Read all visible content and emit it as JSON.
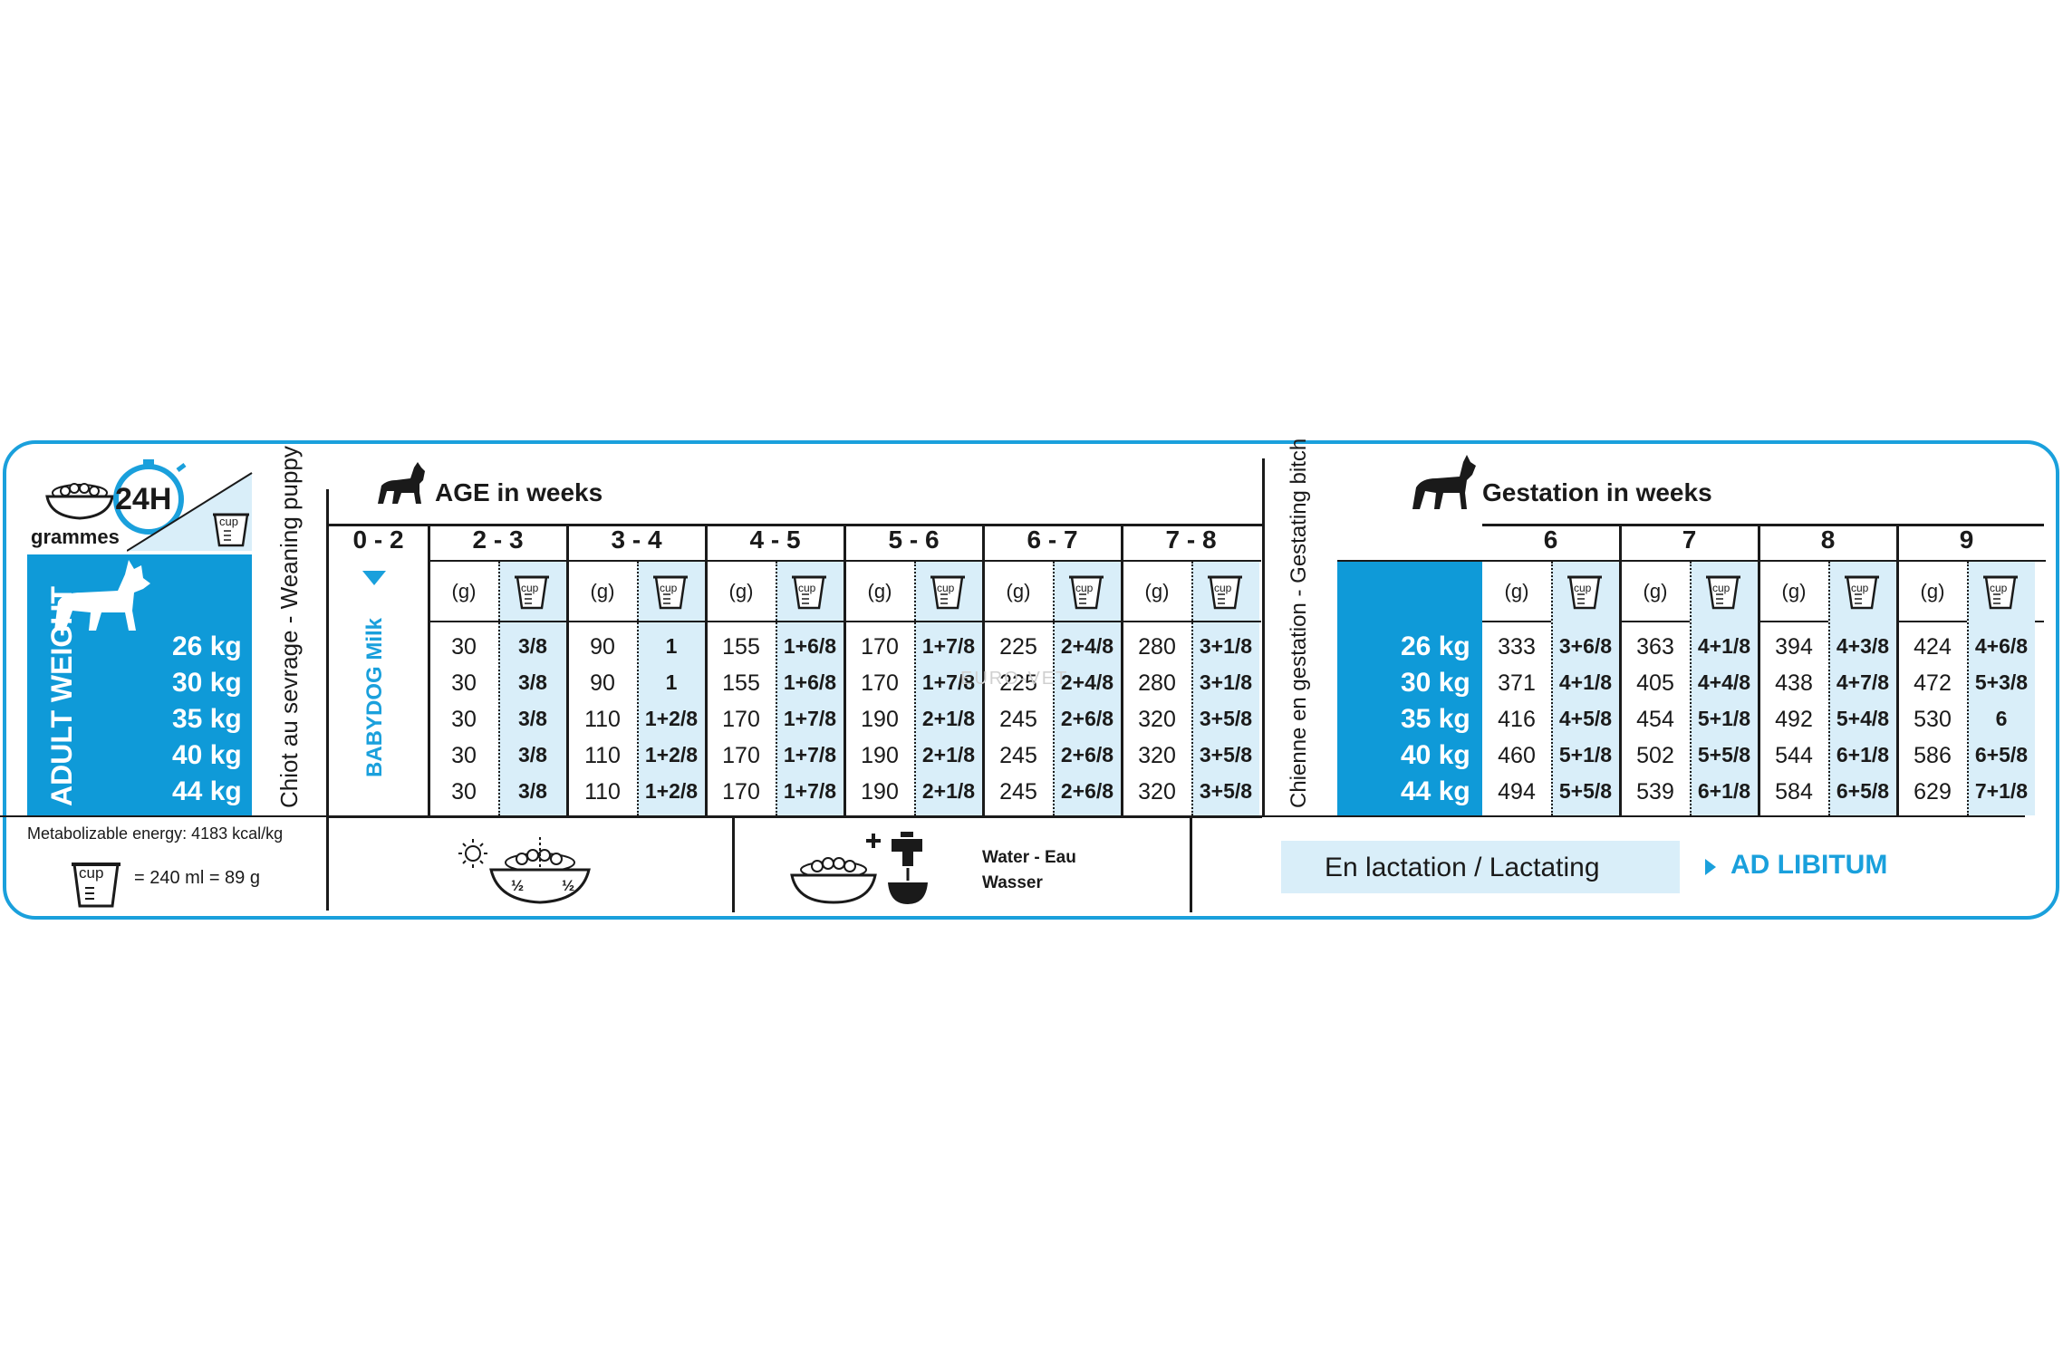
{
  "left_panel": {
    "grams_label": "grammes",
    "time_label": "24H",
    "cup_label": "cup",
    "adult_weight_label": "ADULT WEIGHT",
    "weights": [
      "26 kg",
      "30 kg",
      "35 kg",
      "40 kg",
      "44 kg"
    ],
    "energy_text": "Metabolizable energy: 4183 kcal/kg",
    "cup_equivalence": "= 240 ml = 89 g"
  },
  "weaning_label": "Chiot au sevrage - Weaning puppy",
  "gestating_label": "Chienne en gestation - Gestating bitch",
  "age": {
    "title": "AGE in weeks",
    "first_col": "0 - 2",
    "babydog_label": "BABYDOG Milk",
    "g_label": "(g)",
    "cup_label": "cup",
    "columns": [
      {
        "label": "2 - 3",
        "g": [
          "30",
          "30",
          "30",
          "30",
          "30"
        ],
        "cup": [
          "3/8",
          "3/8",
          "3/8",
          "3/8",
          "3/8"
        ]
      },
      {
        "label": "3 - 4",
        "g": [
          "90",
          "90",
          "110",
          "110",
          "110"
        ],
        "cup": [
          "1",
          "1",
          "1+2/8",
          "1+2/8",
          "1+2/8"
        ]
      },
      {
        "label": "4 - 5",
        "g": [
          "155",
          "155",
          "170",
          "170",
          "170"
        ],
        "cup": [
          "1+6/8",
          "1+6/8",
          "1+7/8",
          "1+7/8",
          "1+7/8"
        ]
      },
      {
        "label": "5 - 6",
        "g": [
          "170",
          "170",
          "190",
          "190",
          "190"
        ],
        "cup": [
          "1+7/8",
          "1+7/8",
          "2+1/8",
          "2+1/8",
          "2+1/8"
        ]
      },
      {
        "label": "6 - 7",
        "g": [
          "225",
          "225",
          "245",
          "245",
          "245"
        ],
        "cup": [
          "2+4/8",
          "2+4/8",
          "2+6/8",
          "2+6/8",
          "2+6/8"
        ]
      },
      {
        "label": "7 - 8",
        "g": [
          "280",
          "280",
          "320",
          "320",
          "320"
        ],
        "cup": [
          "3+1/8",
          "3+1/8",
          "3+5/8",
          "3+5/8",
          "3+5/8"
        ]
      }
    ]
  },
  "gestation": {
    "title": "Gestation in weeks",
    "weights": [
      "26 kg",
      "30 kg",
      "35 kg",
      "40 kg",
      "44 kg"
    ],
    "columns": [
      {
        "label": "6",
        "g": [
          "333",
          "371",
          "416",
          "460",
          "494"
        ],
        "cup": [
          "3+6/8",
          "4+1/8",
          "4+5/8",
          "5+1/8",
          "5+5/8"
        ]
      },
      {
        "label": "7",
        "g": [
          "363",
          "405",
          "454",
          "502",
          "539"
        ],
        "cup": [
          "4+1/8",
          "4+4/8",
          "5+1/8",
          "5+5/8",
          "6+1/8"
        ]
      },
      {
        "label": "8",
        "g": [
          "394",
          "438",
          "492",
          "544",
          "584"
        ],
        "cup": [
          "4+3/8",
          "4+7/8",
          "5+4/8",
          "6+1/8",
          "6+5/8"
        ]
      },
      {
        "label": "9",
        "g": [
          "424",
          "472",
          "530",
          "586",
          "629"
        ],
        "cup": [
          "4+6/8",
          "5+3/8",
          "6",
          "6+5/8",
          "7+1/8"
        ]
      }
    ]
  },
  "bowl_half": "½",
  "water_text_1": "Water - Eau",
  "water_text_2": "Wasser",
  "lactation_label": "En lactation / Lactating",
  "ad_libitum": "AD LIBITUM",
  "watermark": "EURO-VET",
  "colors": {
    "accent": "#0f9ad8",
    "light": "#d9eef9",
    "border": "#1aa0dc"
  }
}
